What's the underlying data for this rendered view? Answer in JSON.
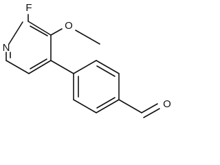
{
  "molecule": {
    "atoms": {
      "fluorine": "F",
      "ring_nitrogen": "N",
      "methoxy_oxygen": "O",
      "aldehyde_oxygen": "O"
    }
  },
  "colors": {
    "bond": "#111111",
    "label": "#111111",
    "background": "#ffffff"
  }
}
